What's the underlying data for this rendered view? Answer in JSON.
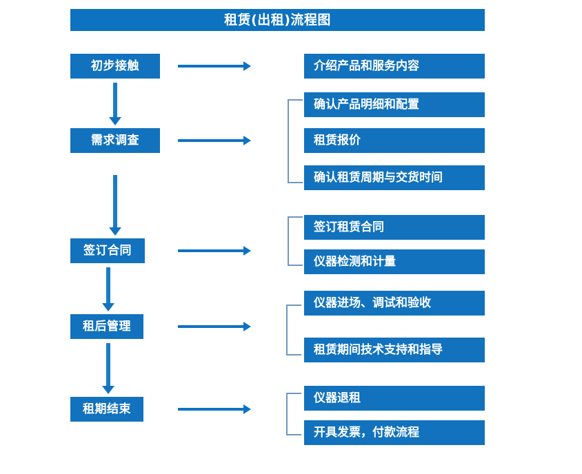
{
  "title": {
    "text": "租赁(出租)流程图"
  },
  "colors": {
    "banner": "#0d72bf",
    "box": "#1272bd",
    "arrow": "#0d72c4",
    "bracket": "#6f96bd",
    "text": "#ffffff",
    "background": "#ffffff"
  },
  "stages": [
    {
      "id": "stage-1",
      "label": "初步接触"
    },
    {
      "id": "stage-2",
      "label": "需求调查"
    },
    {
      "id": "stage-3",
      "label": "签订合同"
    },
    {
      "id": "stage-4",
      "label": "租后管理"
    },
    {
      "id": "stage-5",
      "label": "租期结束"
    }
  ],
  "details": [
    {
      "id": "detail-1-1",
      "label": "介绍产品和服务内容"
    },
    {
      "id": "detail-2-1",
      "label": "确认产品明细和配置"
    },
    {
      "id": "detail-2-2",
      "label": "租赁报价"
    },
    {
      "id": "detail-2-3",
      "label": "确认租赁周期与交货时间"
    },
    {
      "id": "detail-3-1",
      "label": "签订租赁合同"
    },
    {
      "id": "detail-3-2",
      "label": "仪器检测和计量"
    },
    {
      "id": "detail-4-1",
      "label": "仪器进场、调试和验收"
    },
    {
      "id": "detail-4-2",
      "label": "租赁期间技术支持和指导"
    },
    {
      "id": "detail-5-1",
      "label": "仪器退租"
    },
    {
      "id": "detail-5-2",
      "label": "开具发票，付款流程"
    }
  ],
  "connectors": {
    "horizontal_arrow_icon": "right-arrow-icon",
    "vertical_arrow_icon": "down-arrow-icon",
    "bracket_icon": "group-bracket-icon"
  }
}
